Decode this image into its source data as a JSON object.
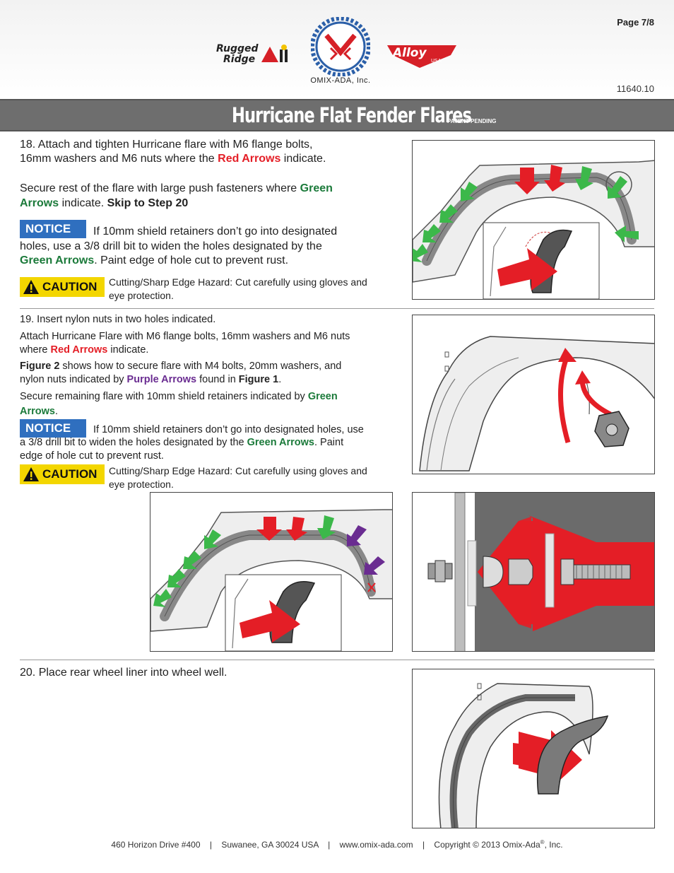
{
  "header": {
    "page": "Page 7/8",
    "part_number": "11640.10",
    "logo_left": "Rugged Ridge",
    "logo_center": "OMIX-ADA, Inc.",
    "logo_right": "Alloy USA",
    "title": "Hurricane Flat Fender Flares",
    "title_sub": "PATENT PENDING"
  },
  "step18": {
    "line1": "18.   Attach and tighten Hurricane flare with M6 flange bolts,",
    "line2a": "16mm washers and M6 nuts where the ",
    "line2_red": "Red Arrows",
    "line2b": " indicate.",
    "line3a": "Secure rest of the flare with large push fasteners where ",
    "line3_green": "Green",
    "line4_green": "Arrows",
    "line4b": " indicate. ",
    "line4_bold": "Skip to Step 20",
    "notice_label": "NOTICE",
    "notice1": "If 10mm shield retainers don’t go into designated",
    "notice2": "holes, use a 3/8 drill bit to widen the holes designated by the",
    "notice3_green": "Green Arrows",
    "notice3b": ". Paint edge of hole cut to prevent rust.",
    "caution_label": "CAUTION",
    "caution1": "Cutting/Sharp Edge Hazard: Cut carefully using gloves and",
    "caution2": "eye protection."
  },
  "step19": {
    "line1": "19. Insert nylon nuts in two holes indicated.",
    "line2": "Attach Hurricane Flare with M6 flange bolts, 16mm washers and M6 nuts",
    "line3a": "where ",
    "line3_red": "Red Arrows",
    "line3b": " indicate.",
    "line4_bold": "Figure 2",
    "line4b": " shows how to secure flare with M4 bolts, 20mm washers, and",
    "line5a": "nylon nuts indicated by ",
    "line5_purple": "Purple Arrows",
    "line5b": " found in ",
    "line5_bold": "Figure 1",
    "line5c": ".",
    "line6a": "Secure remaining flare with 10mm shield retainers indicated by ",
    "line6_green": "Green",
    "line7_green": "Arrows",
    "line7b": ".",
    "notice_label": "NOTICE",
    "notice1": "If 10mm shield retainers don’t go into designated holes, use",
    "notice2a": "a 3/8 drill bit to widen the holes designated by the ",
    "notice2_green": "Green Arrows",
    "notice2b": ". Paint",
    "notice3": "edge of hole cut to prevent rust.",
    "caution_label": "CAUTION",
    "caution1": "Cutting/Sharp Edge Hazard: Cut carefully using gloves and",
    "caution2": "eye protection."
  },
  "step20": {
    "line1": "20.   Place rear wheel liner into wheel well."
  },
  "footer": {
    "address": "460 Horizon Drive #400",
    "city": "Suwanee, GA 30024 USA",
    "url": "www.omix-ada.com",
    "copyright": "Copyright © 2013 Omix-Ada",
    "reg": "®",
    "inc": ", Inc.",
    "sep": "|"
  },
  "colors": {
    "red_arrow": "#e41e26",
    "green_arrow": "#3cb84a",
    "purple_arrow": "#6a2c91",
    "notice_blue": "#2f6fbf",
    "caution_yellow": "#f3d600",
    "title_bar": "#6e6e6e"
  }
}
